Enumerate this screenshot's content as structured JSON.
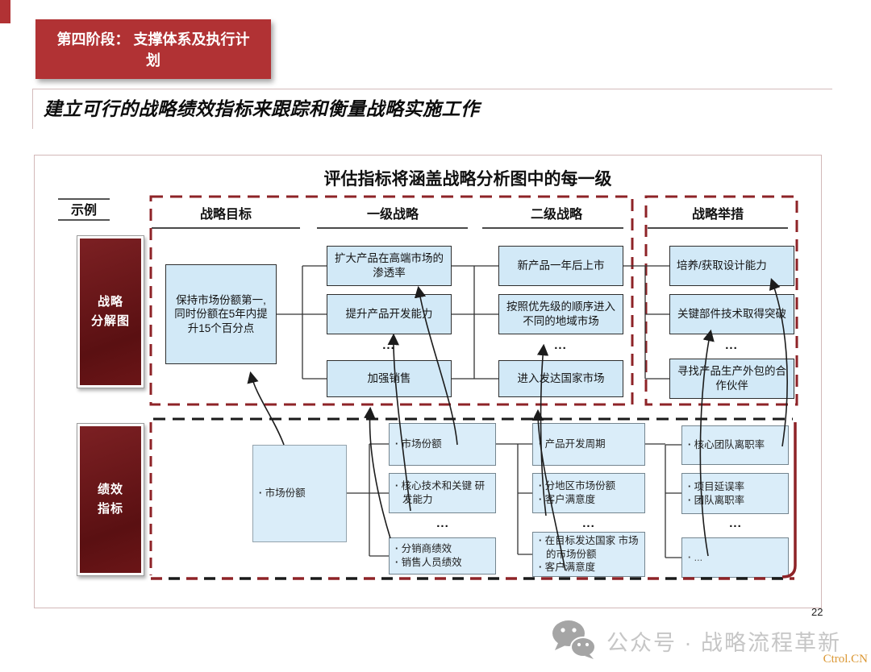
{
  "colors": {
    "banner_red": "#b13234",
    "maroon_label": "#5a1012",
    "dashed_red": "#8e2327",
    "box_blue": "#d2e9f7",
    "kpi_blue": "#daedf9",
    "watermark_gray": "#c6c6c6",
    "site_orange": "#db9733"
  },
  "banner": {
    "line1": "第四阶段：  支撑体系及执行计",
    "line2": "划"
  },
  "main_title": "建立可行的战略绩效指标来跟踪和衡量战略实施工作",
  "diagram": {
    "title": "评估指标将涵盖战略分析图中的每一级",
    "example_label": "示例",
    "ellipsis": "...",
    "columns": [
      "战略目标",
      "一级战略",
      "二级战略",
      "战略举措"
    ],
    "side_labels": {
      "map": [
        "战略",
        "分解图"
      ],
      "kpi": [
        "绩效",
        "指标"
      ]
    },
    "map": {
      "goal": "保持市场份额第一,同时份额在5年内提升15个百分点",
      "level1": [
        "扩大产品在高端市场的渗透率",
        "提升产品开发能力",
        "加强销售"
      ],
      "level2": [
        "新产品一年后上市",
        "按照优先级的顺序进入不同的地域市场",
        "进入发达国家市场"
      ],
      "initiatives": [
        "培养/获取设计能力",
        "关键部件技术取得突破",
        "寻找产品生产外包的合作伙伴"
      ]
    },
    "kpi": {
      "goal": {
        "items": [
          "市场份额"
        ]
      },
      "level1": [
        {
          "items": [
            "市场份额"
          ]
        },
        {
          "items": [
            "核心技术和关键 研发能力"
          ]
        },
        {
          "items": [
            "分销商绩效",
            "销售人员绩效"
          ]
        }
      ],
      "level2": [
        {
          "items": [
            "产品开发周期"
          ]
        },
        {
          "items": [
            "分地区市场份额",
            "客户满意度"
          ]
        },
        {
          "items": [
            "在目标发达国家 市场的市场份额",
            "客户满意度"
          ]
        }
      ],
      "initiatives": [
        {
          "items": [
            "核心团队离职率"
          ]
        },
        {
          "items": [
            "项目延误率",
            "团队离职率"
          ]
        },
        {
          "items": [
            "..."
          ]
        }
      ]
    }
  },
  "footer": {
    "watermark": "公众号 · 战略流程革新",
    "page_number": "22",
    "site": "Ctrol.CN"
  }
}
